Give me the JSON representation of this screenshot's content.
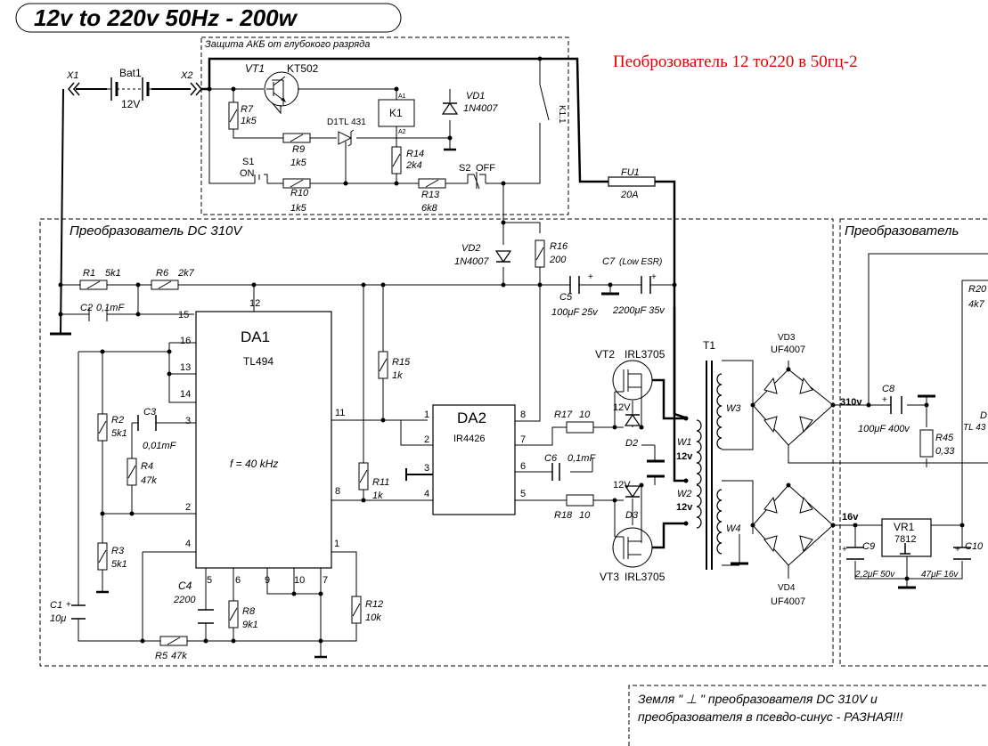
{
  "title": "12v to 220v 50Hz - 200w",
  "subtitle_ru": "Пеоброзователь 12 то220 в 50гц-2",
  "sections": {
    "battery_protection": "Защита АКБ от глубокого разряда",
    "converter_dc": "Преобразователь DC 310V",
    "converter_right": "Преобразователь"
  },
  "note": {
    "line1": "Земля \" ⊥ \" преобразователя DC 310V и",
    "line2": "преобразователя в псевдо-синус - РАЗНАЯ!!!"
  },
  "labels": {
    "x1": "X1",
    "x2": "X2",
    "bat1": "Bat1",
    "bat_v": "12V",
    "vt1": "VT1",
    "vt1_type": "KT502",
    "r7": "R7",
    "r7_val": "1k5",
    "k1": "K1",
    "a1": "A1",
    "a2": "A2",
    "vd1": "VD1",
    "vd1_type": "1N4007",
    "d1": "D1",
    "d1_type": "TL 431",
    "r9": "R9",
    "r9_val": "1k5",
    "r14": "R14",
    "r14_val": "2k4",
    "k11": "K1.1",
    "s1": "S1",
    "s1_state": "ON",
    "r10": "R10",
    "r10_val": "1k5",
    "r13": "R13",
    "r13_val": "6k8",
    "s2": "S2",
    "s2_state": "OFF",
    "fu1": "FU1",
    "fu1_val": "20A",
    "vd2": "VD2",
    "vd2_type": "1N4007",
    "r16": "R16",
    "r16_val": "200",
    "r1": "R1",
    "r1_val": "5k1",
    "r6": "R6",
    "r6_val": "2k7",
    "c2": "C2",
    "c2_val": "0,1mF",
    "c5": "C5",
    "c5_val": "100μF 25v",
    "c7": "C7",
    "c7_note": "(Low ESR)",
    "c7_val": "2200μF 35v",
    "da1": "DA1",
    "da1_type": "TL494",
    "freq": "f = 40 kHz",
    "pin12": "12",
    "pin15": "15",
    "pin16": "16",
    "pin13": "13",
    "pin14": "14",
    "pin3": "3",
    "pin2": "2",
    "pin4": "4",
    "pin5": "5",
    "pin6": "6",
    "pin9": "9",
    "pin10": "10",
    "pin7": "7",
    "pin1": "1",
    "pin11": "11",
    "pin8": "8",
    "r2": "R2",
    "r2_val": "5k1",
    "c3": "C3",
    "c3_val": "0,01mF",
    "r4": "R4",
    "r4_val": "47k",
    "r3": "R3",
    "r3_val": "5k1",
    "c1": "C1",
    "c1_val": "10μ",
    "c4": "C4",
    "c4_val": "2200",
    "r8": "R8",
    "r8_val": "9k1",
    "r5": "R5",
    "r5_val": "47k",
    "r12": "R12",
    "r12_val": "10k",
    "r15": "R15",
    "r15_val": "1k",
    "r11": "R11",
    "r11_val": "1k",
    "da2": "DA2",
    "da2_type": "IR4426",
    "p2_1": "1",
    "p2_2": "2",
    "p2_3": "3",
    "p2_4": "4",
    "p2_5": "5",
    "p2_6": "6",
    "p2_7": "7",
    "p2_8": "8",
    "c6": "C6",
    "c6_val": "0,1mF",
    "r17": "R17",
    "r17_val": "10",
    "r18": "R18",
    "r18_val": "10",
    "vt2": "VT2",
    "vt2_type": "IRL3705",
    "vt3": "VT3",
    "vt3_type": "IRL3705",
    "z12a": "12V",
    "z12b": "12V",
    "d2": "D2",
    "d3": "D3",
    "t1": "T1",
    "w1": "W1",
    "w1v": "12v",
    "w2": "W2",
    "w2v": "12v",
    "w3": "W3",
    "w4": "W4",
    "vd3": "VD3",
    "vd3_type": "UF4007",
    "vd4": "VD4",
    "vd4_type": "UF4007",
    "v310": "310v",
    "c8": "C8",
    "c8_val": "100μF 400v",
    "r45": "R45",
    "r45_val": "0,33",
    "v16": "16v",
    "vr1": "VR1",
    "vr1_type": "7812",
    "c9": "C9",
    "c9_val": "2,2μF 50v",
    "c10": "C10",
    "c10_val": "47μF 16v",
    "r20": "R20",
    "r20_val": "4k7",
    "d_cut": "D",
    "tl43_cut": "TL 43"
  }
}
